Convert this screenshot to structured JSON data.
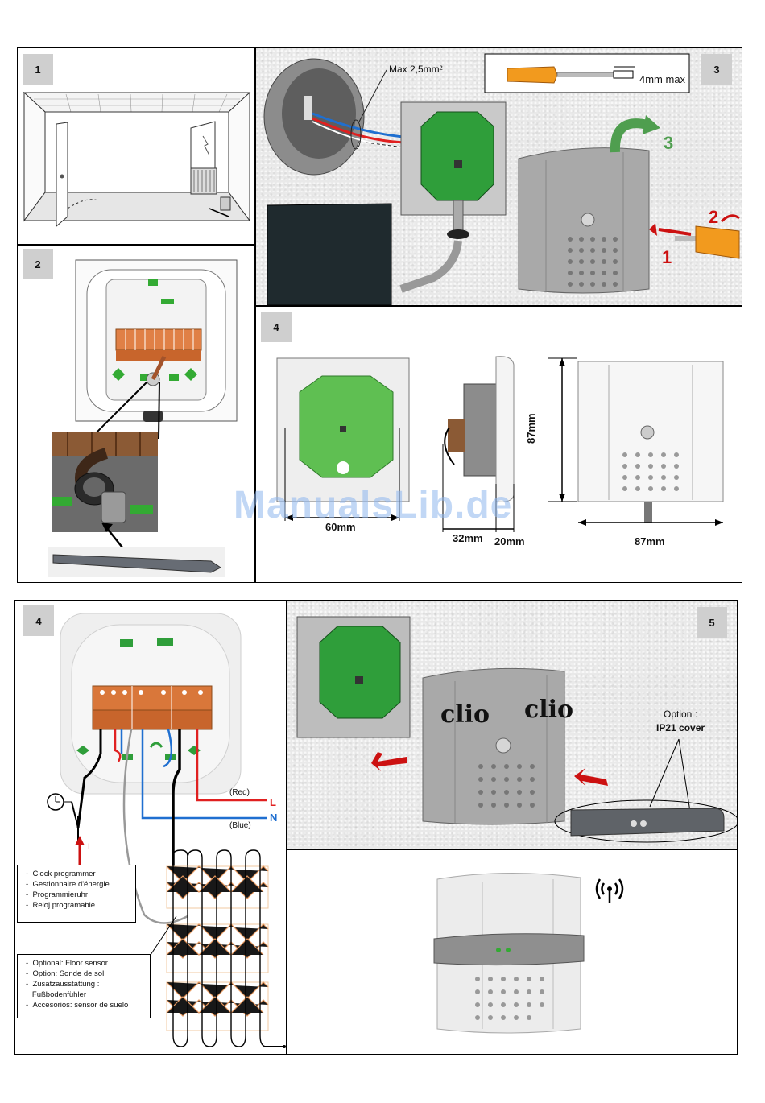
{
  "panels": {
    "p1": {
      "number": "1"
    },
    "p2": {
      "number": "2"
    },
    "p3": {
      "number": "3",
      "max_wire_label": "Max 2,5mm²",
      "screwdriver_label": "4mm max",
      "step1": "1",
      "step2": "2",
      "step3": "3"
    },
    "p4_dims": {
      "number": "4",
      "width_60": "60mm",
      "depth_32": "32mm",
      "depth_20": "20mm",
      "height_87": "87mm",
      "width_87": "87mm"
    },
    "p4_wiring": {
      "number": "4",
      "red_label": "(Red)",
      "blue_label": "(Blue)",
      "L_label": "L",
      "N_label": "N",
      "L_input_label": "L",
      "clock_legend": [
        "Clock programmer",
        "Gestionnaire d'énergie",
        "Programmieruhr",
        "Reloj programable"
      ],
      "sensor_legend": [
        "Optional: Floor sensor",
        "Option: Sonde de sol",
        "Zusatzausstattung :",
        "Fußbodenfühler",
        "Accesorios: sensor de suelo"
      ]
    },
    "p5": {
      "number": "5",
      "brand_left": "clio",
      "brand_right": "clio",
      "option_label": "Option :",
      "cover_label": "IP21 cover"
    }
  },
  "watermark": "ManualsLib.de",
  "colors": {
    "pcb_green": "#2f9e3a",
    "terminal_orange": "#d9773a",
    "wire_red": "#e02020",
    "wire_blue": "#1f6fd0",
    "arrow_red": "#cc1111",
    "arrow_green": "#4f9e4f",
    "screwdriver": "#f29a1e",
    "frame_grey": "#d4d4d4"
  }
}
